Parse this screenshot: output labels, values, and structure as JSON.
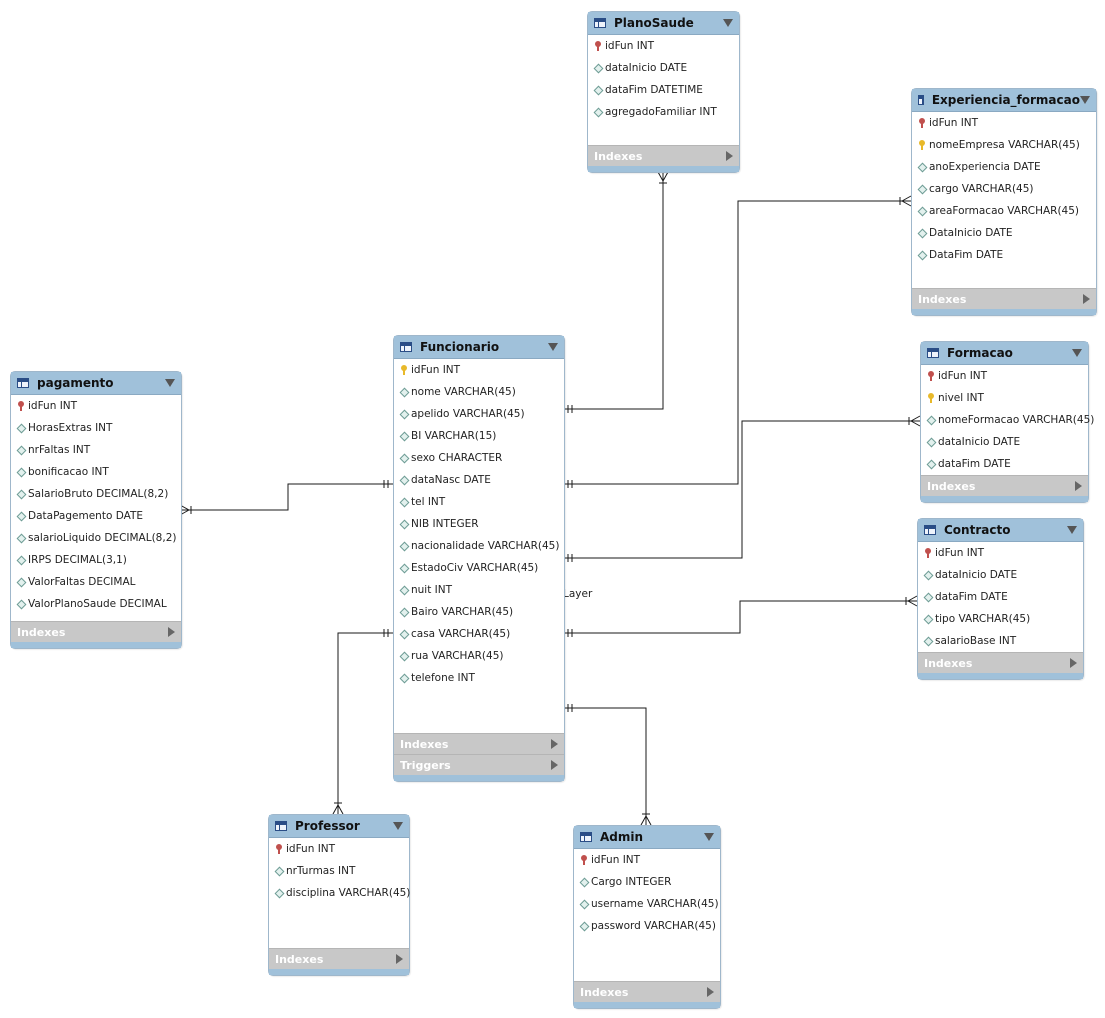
{
  "footer_labels": {
    "indexes": "Indexes",
    "triggers": "Triggers"
  },
  "layer_label": "Layer",
  "tables": [
    {
      "name": "PlanoSaude",
      "columns": [
        {
          "text": "idFun INT",
          "kind": "pk"
        },
        {
          "text": "dataInicio DATE",
          "kind": "col"
        },
        {
          "text": "dataFim DATETIME",
          "kind": "col"
        },
        {
          "text": "agregadoFamiliar INT",
          "kind": "col"
        }
      ]
    },
    {
      "name": "Experiencia_formacao",
      "columns": [
        {
          "text": "idFun INT",
          "kind": "pk"
        },
        {
          "text": "nomeEmpresa VARCHAR(45)",
          "kind": "key"
        },
        {
          "text": "anoExperiencia DATE",
          "kind": "col"
        },
        {
          "text": "cargo VARCHAR(45)",
          "kind": "col"
        },
        {
          "text": "areaFormacao VARCHAR(45)",
          "kind": "col"
        },
        {
          "text": "DataInicio DATE",
          "kind": "col"
        },
        {
          "text": "DataFim DATE",
          "kind": "col"
        }
      ]
    },
    {
      "name": "Funcionario",
      "columns": [
        {
          "text": "idFun INT",
          "kind": "key"
        },
        {
          "text": "nome VARCHAR(45)",
          "kind": "col"
        },
        {
          "text": "apelido VARCHAR(45)",
          "kind": "col"
        },
        {
          "text": "BI VARCHAR(15)",
          "kind": "col"
        },
        {
          "text": "sexo CHARACTER",
          "kind": "col"
        },
        {
          "text": "dataNasc DATE",
          "kind": "col"
        },
        {
          "text": "tel INT",
          "kind": "col"
        },
        {
          "text": "NIB INTEGER",
          "kind": "col"
        },
        {
          "text": "nacionalidade VARCHAR(45)",
          "kind": "col"
        },
        {
          "text": "EstadoCiv VARCHAR(45)",
          "kind": "col"
        },
        {
          "text": "nuit INT",
          "kind": "col"
        },
        {
          "text": "Bairo VARCHAR(45)",
          "kind": "col"
        },
        {
          "text": "casa VARCHAR(45)",
          "kind": "col"
        },
        {
          "text": "rua VARCHAR(45)",
          "kind": "col"
        },
        {
          "text": "telefone INT",
          "kind": "col"
        }
      ]
    },
    {
      "name": "pagamento",
      "columns": [
        {
          "text": "idFun INT",
          "kind": "pk"
        },
        {
          "text": "HorasExtras INT",
          "kind": "col"
        },
        {
          "text": "nrFaltas INT",
          "kind": "col"
        },
        {
          "text": "bonificacao INT",
          "kind": "col"
        },
        {
          "text": "SalarioBruto DECIMAL(8,2)",
          "kind": "col"
        },
        {
          "text": "DataPagemento DATE",
          "kind": "col"
        },
        {
          "text": "salarioLiquido DECIMAL(8,2)",
          "kind": "col"
        },
        {
          "text": "IRPS DECIMAL(3,1)",
          "kind": "col"
        },
        {
          "text": "ValorFaltas DECIMAL",
          "kind": "col"
        },
        {
          "text": "ValorPlanoSaude DECIMAL",
          "kind": "col"
        }
      ]
    },
    {
      "name": "Formacao",
      "columns": [
        {
          "text": "idFun INT",
          "kind": "pk"
        },
        {
          "text": "nivel INT",
          "kind": "key"
        },
        {
          "text": "nomeFormacao VARCHAR(45)",
          "kind": "col"
        },
        {
          "text": "dataInicio DATE",
          "kind": "col"
        },
        {
          "text": "dataFim DATE",
          "kind": "col"
        }
      ]
    },
    {
      "name": "Contracto",
      "columns": [
        {
          "text": "idFun INT",
          "kind": "pk"
        },
        {
          "text": "dataInicio DATE",
          "kind": "col"
        },
        {
          "text": "dataFim DATE",
          "kind": "col"
        },
        {
          "text": "tipo VARCHAR(45)",
          "kind": "col"
        },
        {
          "text": "salarioBase INT",
          "kind": "col"
        }
      ]
    },
    {
      "name": "Professor",
      "columns": [
        {
          "text": "idFun INT",
          "kind": "pk"
        },
        {
          "text": "nrTurmas INT",
          "kind": "col"
        },
        {
          "text": "disciplina VARCHAR(45)",
          "kind": "col"
        }
      ]
    },
    {
      "name": "Admin",
      "columns": [
        {
          "text": "idFun INT",
          "kind": "pk"
        },
        {
          "text": "Cargo INTEGER",
          "kind": "col"
        },
        {
          "text": "username VARCHAR(45)",
          "kind": "col"
        },
        {
          "text": "password VARCHAR(45)",
          "kind": "col"
        }
      ]
    }
  ],
  "relationships": [
    {
      "from": "Funcionario",
      "to": "PlanoSaude",
      "cardinality": "one-to-many"
    },
    {
      "from": "Funcionario",
      "to": "Experiencia_formacao",
      "cardinality": "one-to-many"
    },
    {
      "from": "Funcionario",
      "to": "pagamento",
      "cardinality": "one-to-many"
    },
    {
      "from": "Funcionario",
      "to": "Formacao",
      "cardinality": "one-to-many"
    },
    {
      "from": "Funcionario",
      "to": "Contracto",
      "cardinality": "one-to-many"
    },
    {
      "from": "Funcionario",
      "to": "Professor",
      "cardinality": "one-to-many"
    },
    {
      "from": "Funcionario",
      "to": "Admin",
      "cardinality": "one-to-many"
    }
  ]
}
